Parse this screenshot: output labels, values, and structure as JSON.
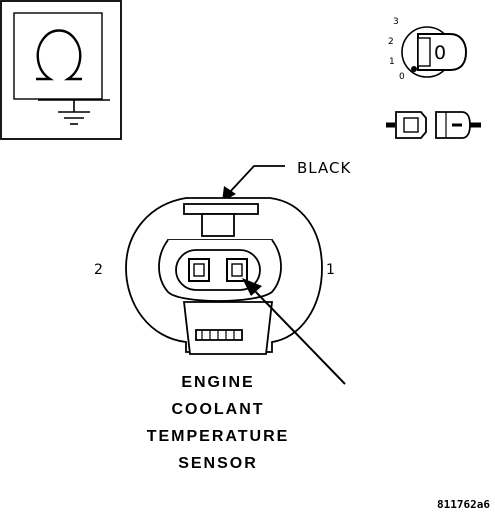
{
  "connector_label": "BLACK",
  "pins": {
    "left": "2",
    "right": "1"
  },
  "sensor_title": {
    "line1": "ENGINE",
    "line2": "COOLANT",
    "line3": "TEMPERATURE",
    "line4": "SENSOR"
  },
  "ignition": {
    "positions": [
      "3",
      "2",
      "1",
      "0"
    ],
    "key_symbol": "0"
  },
  "figure_id": "811762a6",
  "icons": [
    "ohmmeter-icon",
    "ignition-switch-icon",
    "disconnected-connector-icon"
  ]
}
